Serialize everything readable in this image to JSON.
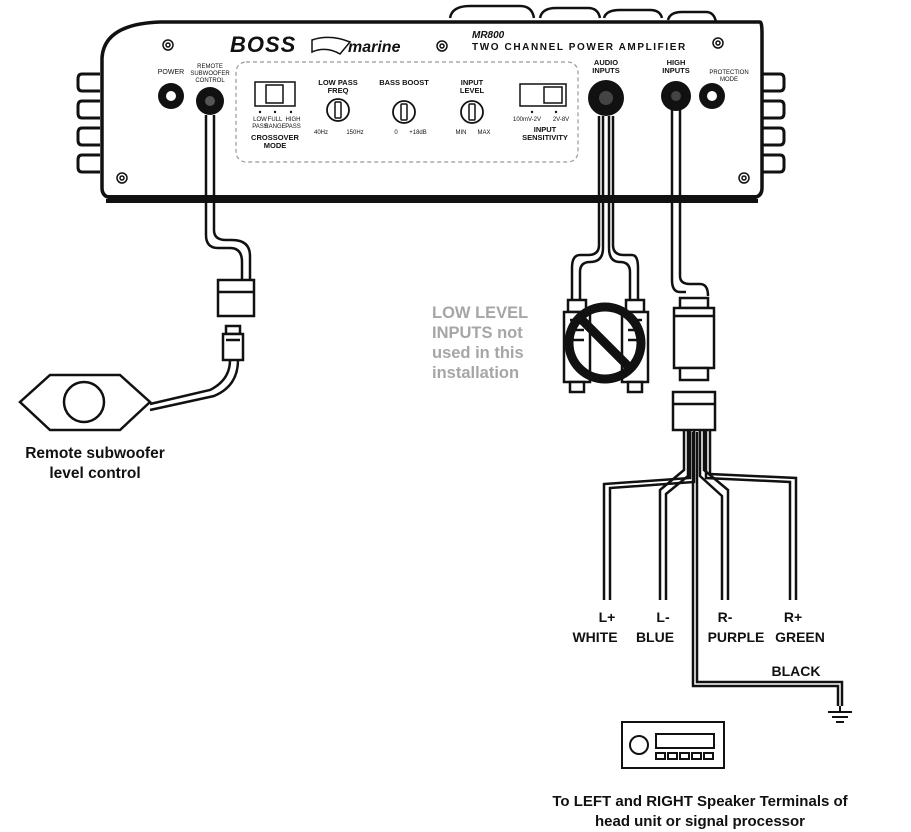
{
  "amplifier": {
    "brand": "BOSS",
    "brand_sub": "marine",
    "model": "MR800",
    "subtitle": "TWO CHANNEL POWER AMPLIFIER",
    "power_label": "POWER",
    "remote_label": [
      "REMOTE",
      "SUBWOOFER",
      "CONTROL"
    ],
    "audio_inputs_label": [
      "AUDIO",
      "INPUTS"
    ],
    "high_inputs_label": [
      "HIGH",
      "INPUTS"
    ],
    "protection_label": [
      "PROTECTION",
      "MODE"
    ]
  },
  "panel": {
    "crossover": {
      "options": [
        [
          "LOW",
          "PASS"
        ],
        [
          "FULL",
          "RANGE"
        ],
        [
          "HIGH",
          "PASS"
        ]
      ],
      "title": [
        "CROSSOVER",
        "MODE"
      ]
    },
    "low_pass": {
      "title": [
        "LOW PASS",
        "FREQ"
      ],
      "min": "40Hz",
      "max": "150Hz"
    },
    "bass_boost": {
      "title": "BASS BOOST",
      "min": "0",
      "max": "+18dB"
    },
    "input_level": {
      "title": [
        "INPUT",
        "LEVEL"
      ],
      "min": "MIN",
      "max": "MAX"
    },
    "input_sensitivity": {
      "options": [
        "100mV-2V",
        "2V-8V"
      ],
      "title": [
        "INPUT",
        "SENSITIVITY"
      ]
    }
  },
  "notes": {
    "low_level": [
      "LOW LEVEL",
      "INPUTS not",
      "used in this",
      "installation"
    ],
    "remote": [
      "Remote subwoofer",
      "level control"
    ]
  },
  "wires": [
    {
      "terminal": "L+",
      "color": "WHITE"
    },
    {
      "terminal": "L-",
      "color": "BLUE"
    },
    {
      "terminal": "R-",
      "color": "PURPLE"
    },
    {
      "terminal": "R+",
      "color": "GREEN"
    }
  ],
  "ground_wire": "BLACK",
  "head_unit_caption": [
    "To LEFT and RIGHT Speaker Terminals of",
    "head unit or signal processor"
  ]
}
